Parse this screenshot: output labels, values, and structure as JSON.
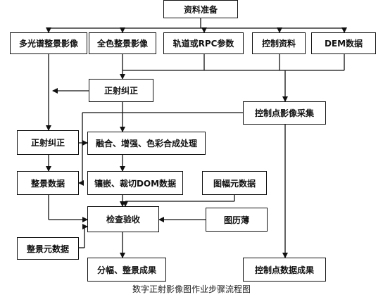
{
  "nodes": {
    "prep": "资料准备",
    "ms": "多光谱整景影像",
    "pan": "全色整景影像",
    "rpc": "轨道或RPC参数",
    "ctrl": "控制资料",
    "dem": "DEM数据",
    "ortho1": "正射纠正",
    "gcp": "控制点影像采集",
    "ortho2": "正射纠正",
    "fusion": "融合、增强、色彩合成处理",
    "scene": "整景数据",
    "mosaic": "镶嵌、裁切DOM数据",
    "sheetmeta": "图幅元数据",
    "check": "检查验收",
    "calendar": "图历薄",
    "scenemeta": "整景元数据",
    "output": "分幅、整景成果",
    "gcpout": "控制点数据成果"
  },
  "caption": "数字正射影像图作业步骤流程图"
}
